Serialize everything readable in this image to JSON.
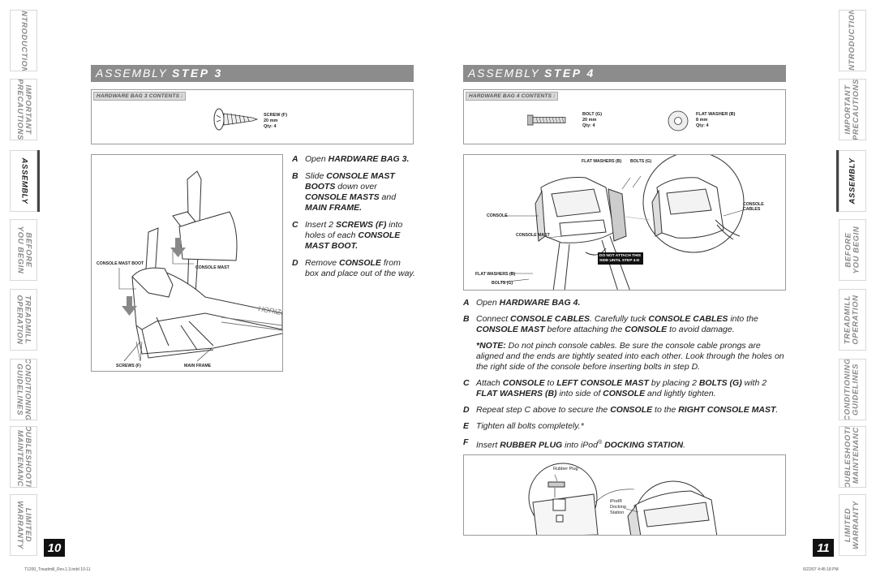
{
  "tabs": [
    {
      "label": "INTRODUCTION"
    },
    {
      "label": "IMPORTANT\nPRECAUTIONS"
    },
    {
      "label": "ASSEMBLY"
    },
    {
      "label": "BEFORE\nYOU BEGIN"
    },
    {
      "label": "TREADMILL\nOPERATION"
    },
    {
      "label": "CONDITIONING\nGUIDELINES"
    },
    {
      "label": "TROUBLESHOOTING\n& MAINTENANCE"
    },
    {
      "label": "LIMITED\nWARRANTY"
    }
  ],
  "left_page": {
    "number": "10",
    "header_prefix": "ASSEMBLY",
    "header_step": "STEP 3",
    "hardware_label": "HARDWARE BAG 3 CONTENTS :",
    "hardware_item": {
      "name": "SCREW (F)",
      "size": "20 mm",
      "qty": "Qty: 4"
    },
    "figure_labels": {
      "console_mast_boot": "CONSOLE MAST BOOT",
      "console_mast": "CONSOLE MAST",
      "screws": "SCREWS (F)",
      "main_frame": "MAIN FRAME"
    },
    "steps": [
      {
        "letter": "A",
        "pre": "Open ",
        "b1": "HARDWARE BAG 3.",
        "mid1": "",
        "b2": "",
        "mid2": "",
        "b3": "",
        "post": ""
      },
      {
        "letter": "B",
        "pre": "Slide ",
        "b1": "CONSOLE MAST BOOTS",
        "mid1": " down over ",
        "b2": "CONSOLE MASTS",
        "mid2": " and ",
        "b3": "MAIN FRAME.",
        "post": ""
      },
      {
        "letter": "C",
        "pre": "Insert 2 ",
        "b1": "SCREWS (F)",
        "mid1": " into holes of each ",
        "b2": "CONSOLE MAST BOOT.",
        "mid2": "",
        "b3": "",
        "post": ""
      },
      {
        "letter": "D",
        "pre": "Remove ",
        "b1": "CONSOLE",
        "mid1": " from box and place out of the way.",
        "b2": "",
        "mid2": "",
        "b3": "",
        "post": ""
      }
    ]
  },
  "right_page": {
    "number": "11",
    "header_prefix": "ASSEMBLY",
    "header_step": "STEP 4",
    "hardware_label": "HARDWARE BAG 4 CONTENTS :",
    "bolt": {
      "name": "BOLT (G)",
      "size": "20 mm",
      "qty": "Qty: 4"
    },
    "washer": {
      "name": "FLAT WASHER (B)",
      "size": "8 mm",
      "qty": "Qty: 4"
    },
    "figure_labels": {
      "flat_washers_top": "FLAT WASHERS (B)",
      "bolts_top": "BOLTS (G)",
      "console": "CONSOLE",
      "console_mast": "CONSOLE MAST",
      "do_not_attach": "DO NOT ATTACH THIS SIDE UNTIL STEP 4-D",
      "flat_washers_bottom": "FLAT WASHERS (B)",
      "bolts_bottom": "BOLTS (G)",
      "console_cables": "CONSOLE CABLES"
    },
    "steps": {
      "a": {
        "letter": "A",
        "pre": "Open ",
        "b1": "HARDWARE BAG 4."
      },
      "b": {
        "letter": "B",
        "pre": "Connect ",
        "b1": "CONSOLE CABLES",
        "mid1": ". Carefully tuck ",
        "b2": "CONSOLE CABLES",
        "mid2": " into the ",
        "b3": "CONSOLE MAST",
        "mid3": " before attaching the ",
        "b4": "CONSOLE",
        "post": " to avoid damage."
      },
      "note": {
        "b1": "*NOTE:",
        "text": " Do not pinch console cables. Be sure the console cable prongs are aligned and the ends are tightly seated into each other. Look through the holes on the right side of the console before inserting bolts in step D."
      },
      "c": {
        "letter": "C",
        "pre": "Attach ",
        "b1": "CONSOLE",
        "mid1": " to ",
        "b2": "LEFT CONSOLE MAST",
        "mid2": " by placing 2 ",
        "b3": "BOLTS (G)",
        "mid3": " with 2 ",
        "b4": "FLAT WASHERS (B)",
        "mid4": " into side of ",
        "b5": "CONSOLE",
        "post": " and lightly tighten."
      },
      "d": {
        "letter": "D",
        "pre": "Repeat step C above to secure the ",
        "b1": "CONSOLE",
        "mid1": " to the ",
        "b2": "RIGHT CONSOLE MAST",
        "post": "."
      },
      "e": {
        "letter": "E",
        "pre": "Tighten all bolts completely.*"
      },
      "f": {
        "letter": "F",
        "pre": "Insert ",
        "b1": "RUBBER PLUG",
        "mid1": " into iPod",
        "reg": "®",
        "b2": "DOCKING STATION",
        "post": "."
      }
    },
    "figure2_labels": {
      "rubber_plug": "Rubber Plug",
      "ipod": "iPod®",
      "docking": "Docking",
      "station": "Station"
    }
  },
  "footer": {
    "left": "T1200_Treadmill_Rev.1.3.indd   10-11",
    "right": "6/22/07   4:45:18 PM"
  }
}
